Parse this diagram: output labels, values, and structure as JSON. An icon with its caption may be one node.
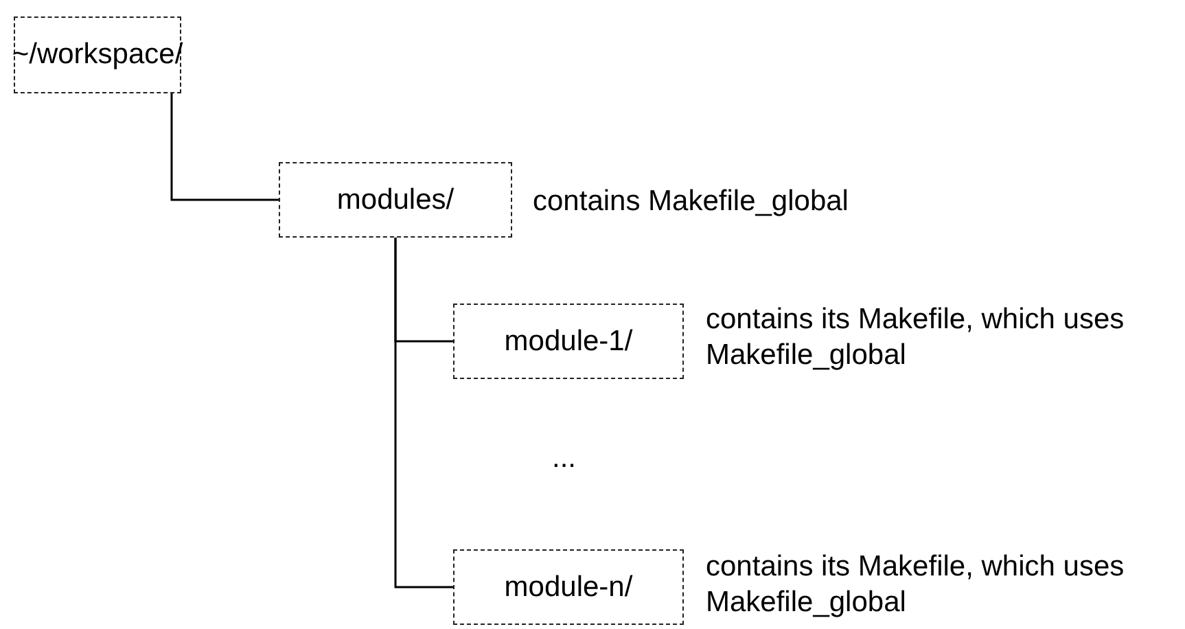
{
  "diagram": {
    "nodes": [
      {
        "text": [
          "~/workspace/"
        ]
      },
      {
        "text": [
          "modules/"
        ],
        "beside": [
          "contains Makefile_global"
        ]
      },
      {
        "text": [
          "module-1/"
        ],
        "beside": [
          "contains its Makefile, which uses Makefile_global"
        ]
      },
      {
        "text": [
          "module-n/"
        ],
        "beside": [
          "contains its Makefile, which uses Makefile_global"
        ]
      }
    ],
    "edges": [
      {
        "from": 0,
        "to": 1,
        "arrow": "none"
      },
      {
        "from": 1,
        "to": 2,
        "arrow": "none"
      },
      {
        "from": 1,
        "to": 3,
        "arrow": "none"
      }
    ],
    "labels": [
      "..."
    ]
  }
}
